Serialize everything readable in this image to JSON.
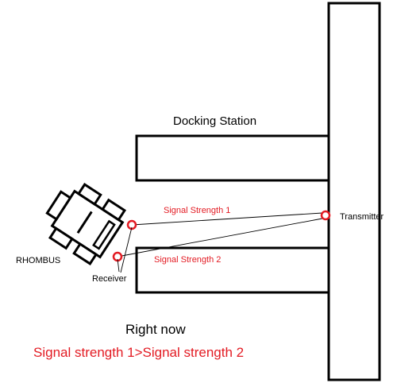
{
  "labels": {
    "docking_station": "Docking Station",
    "transmitter": "Transmitter",
    "rhombus": "RHOMBUS",
    "receiver": "Receiver",
    "signal_1": "Signal Strength 1",
    "signal_2": "Signal Strength 2",
    "status_heading": "Right now",
    "status_comparison": "Signal strength 1>Signal strength 2"
  },
  "colors": {
    "outline": "#000000",
    "signal": "#e31b23",
    "background": "#ffffff"
  }
}
